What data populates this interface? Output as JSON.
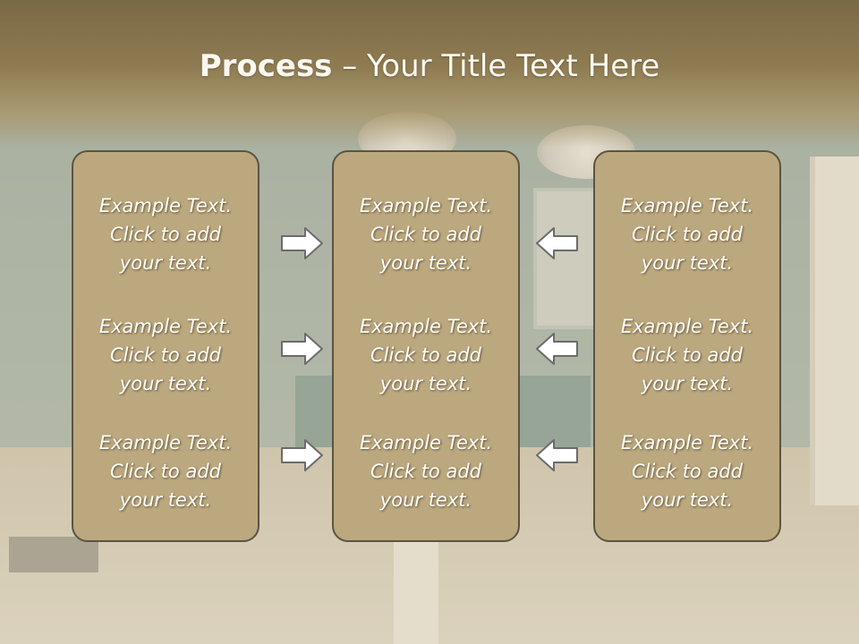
{
  "slide": {
    "title_bold": "Process",
    "title_rest": " – Your Title Text Here"
  },
  "columns": [
    {
      "blocks": [
        {
          "line1": "Example Text.",
          "line2": "Click  to add",
          "line3": "your text."
        },
        {
          "line1": "Example Text.",
          "line2": "Click  to add",
          "line3": "your text."
        },
        {
          "line1": "Example Text.",
          "line2": "Click  to add",
          "line3": "your text."
        }
      ]
    },
    {
      "blocks": [
        {
          "line1": "Example Text.",
          "line2": "Click  to add",
          "line3": "your text."
        },
        {
          "line1": "Example Text.",
          "line2": "Click  to add",
          "line3": "your text."
        },
        {
          "line1": "Example Text.",
          "line2": "Click  to add",
          "line3": "your text."
        }
      ]
    },
    {
      "blocks": [
        {
          "line1": "Example Text.",
          "line2": "Click  to add",
          "line3": "your text."
        },
        {
          "line1": "Example Text.",
          "line2": "Click  to add",
          "line3": "your text."
        },
        {
          "line1": "Example Text.",
          "line2": "Click  to add",
          "line3": "your text."
        }
      ]
    }
  ],
  "arrows": {
    "left_group": {
      "icon": "arrow-right-icon",
      "direction": "right"
    },
    "right_group": {
      "icon": "arrow-left-icon",
      "direction": "left"
    }
  },
  "colors": {
    "title_band": "#7a6945",
    "panel_fill": "#bca87e",
    "panel_border": "#5d5342",
    "text": "#ffffff",
    "arrow_fill": "#ffffff",
    "arrow_stroke": "#6b6b6b"
  }
}
